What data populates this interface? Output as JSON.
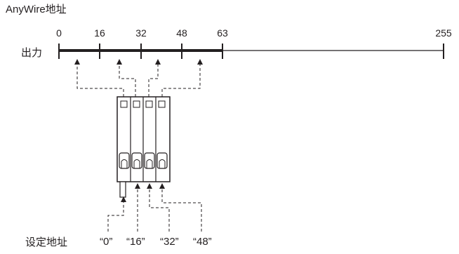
{
  "title": "AnyWire地址",
  "output_label": "出力",
  "scale_ticks": [
    "0",
    "16",
    "32",
    "48",
    "63",
    "255"
  ],
  "setting_label": "设定地址",
  "setting_values": [
    "“0”",
    "“16”",
    "“32”",
    "“48”"
  ],
  "colors": {
    "line": "#231f20",
    "background": "#ffffff",
    "module_fill": "#ffffff"
  }
}
